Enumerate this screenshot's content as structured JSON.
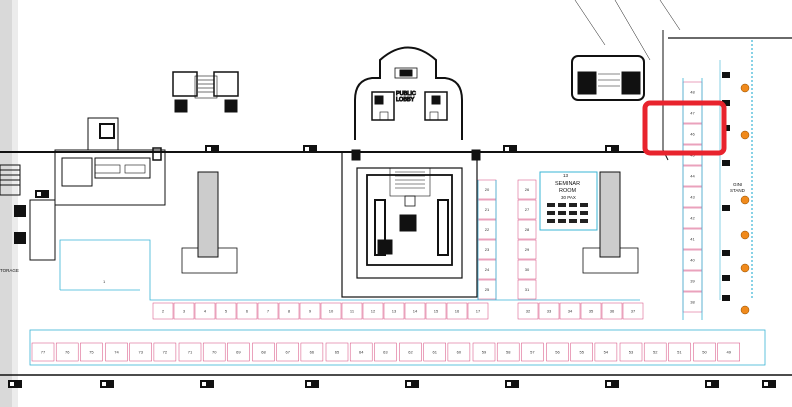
{
  "rooms": {
    "public_lobby_line1": "PUBLIC",
    "public_lobby_line2": "LOBBY",
    "seminar_number": "13",
    "seminar_line1": "SEMINAR",
    "seminar_line2": "ROOM",
    "seminar_capacity": "30 PAX",
    "gini_line1": "GINI",
    "gini_line2": "STAND",
    "storage": "TORAGE"
  },
  "booths": {
    "bottom_row": [
      "77",
      "76",
      "75",
      "74",
      "73",
      "72",
      "71",
      "70",
      "69",
      "68",
      "67",
      "66",
      "65",
      "64",
      "63",
      "62",
      "61",
      "60",
      "59",
      "58",
      "57",
      "56",
      "55",
      "54",
      "53",
      "52",
      "51",
      "50",
      "49"
    ],
    "middle_row": [
      "2",
      "3",
      "4",
      "5",
      "6",
      "7",
      "8",
      "9",
      "10",
      "11",
      "12",
      "13",
      "14",
      "15",
      "16",
      "17",
      "32",
      "33",
      "34",
      "35",
      "36",
      "37"
    ],
    "column_a": [
      "20",
      "21",
      "22",
      "23",
      "24",
      "25",
      "26",
      "27",
      "28",
      "29",
      "30",
      "31"
    ],
    "column_right": [
      "48",
      "47",
      "46",
      "45",
      "44",
      "43",
      "42",
      "41",
      "40",
      "39",
      "38"
    ],
    "left_room": "1"
  },
  "colors": {
    "highlight": "#e8232d",
    "walls": "#111111",
    "booth_lines": "#39b4d6",
    "booth_dividers": "#d6467a",
    "power_points": "#f08a1c"
  },
  "icons": [
    "lift-icon",
    "stair-icon",
    "escalator-icon",
    "power-point-icon",
    "exit-sign-icon"
  ]
}
